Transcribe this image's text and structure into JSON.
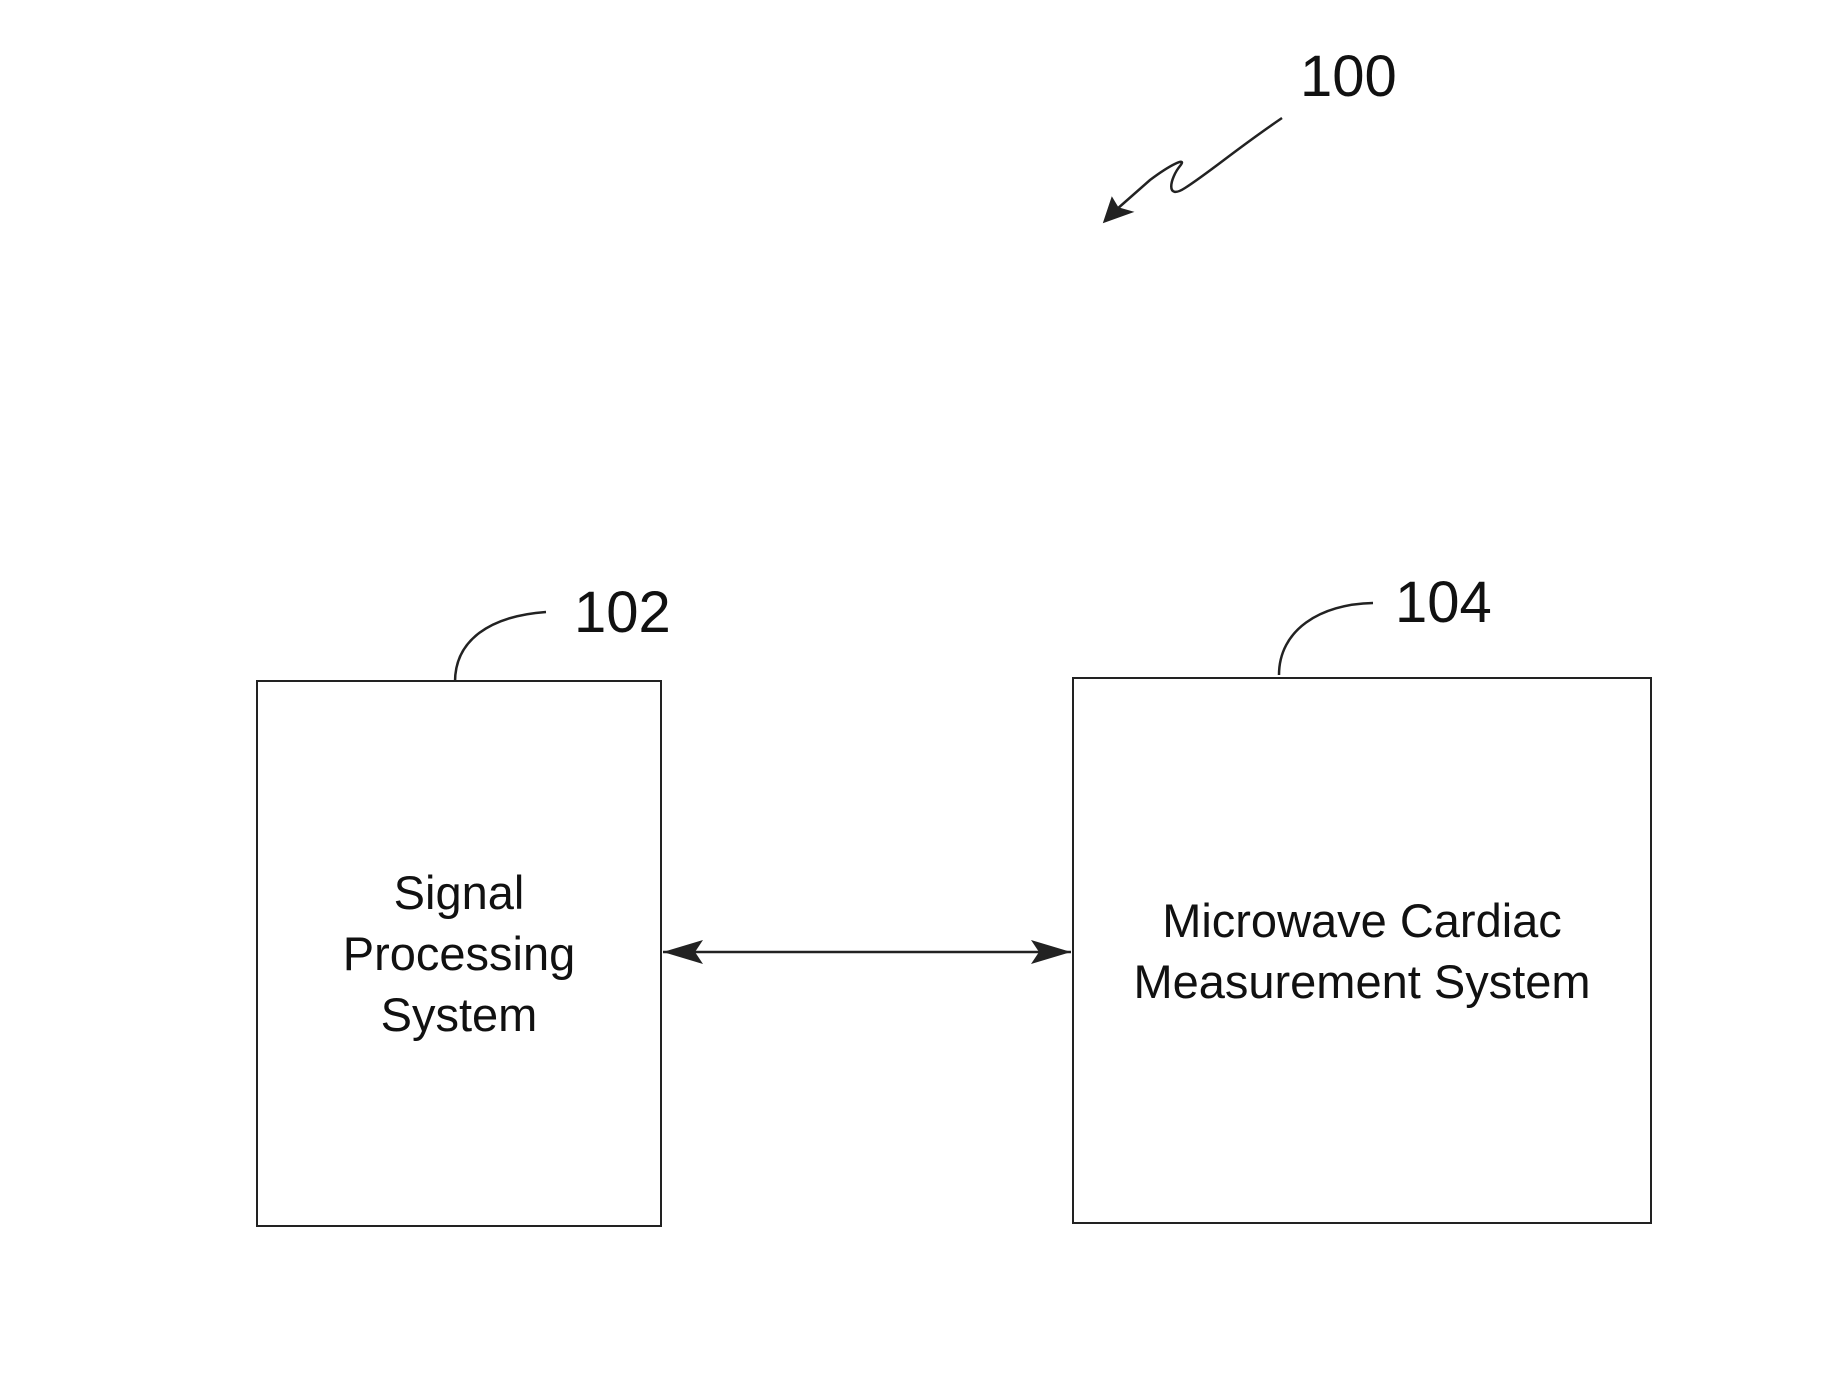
{
  "figure": {
    "reference_label": "100"
  },
  "blocks": [
    {
      "ref": "102",
      "lines": [
        "Signal",
        "Processing",
        "System"
      ]
    },
    {
      "ref": "104",
      "lines": [
        "Microwave Cardiac",
        "Measurement System"
      ]
    }
  ],
  "connections": [
    {
      "from": "102",
      "to": "104",
      "direction": "bidirectional"
    }
  ],
  "colors": {
    "line": "#222222",
    "text": "#111111",
    "background": "#ffffff"
  }
}
